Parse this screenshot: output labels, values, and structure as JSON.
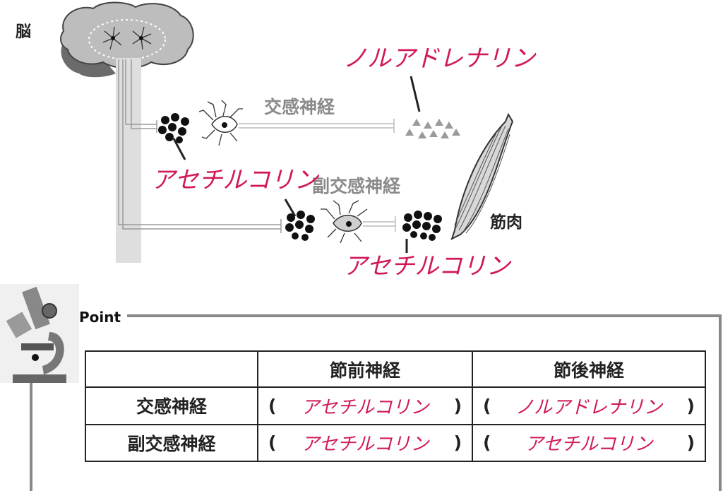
{
  "labels": {
    "brain": "脳",
    "sympathetic": "交感神経",
    "parasympathetic": "副交感神経",
    "muscle": "筋肉",
    "noradrenaline_top": "ノルアドレナリン",
    "acetylcholine_left": "アセチルコリン",
    "acetylcholine_bottom": "アセチルコリン"
  },
  "point": {
    "title": "Point",
    "header": [
      "",
      "節前神経",
      "節後神経"
    ],
    "rows": [
      {
        "name": "交感神経",
        "pre": "アセチルコリン",
        "post": "ノルアドレナリン"
      },
      {
        "name": "副交感神経",
        "pre": "アセチルコリン",
        "post": "アセチルコリン"
      }
    ],
    "open_paren": "(",
    "close_paren": ")"
  },
  "colors": {
    "answer": "#d0185a",
    "grey_label": "#8a8a8a",
    "nerve": "#cfcfcf",
    "frame": "#888888"
  }
}
